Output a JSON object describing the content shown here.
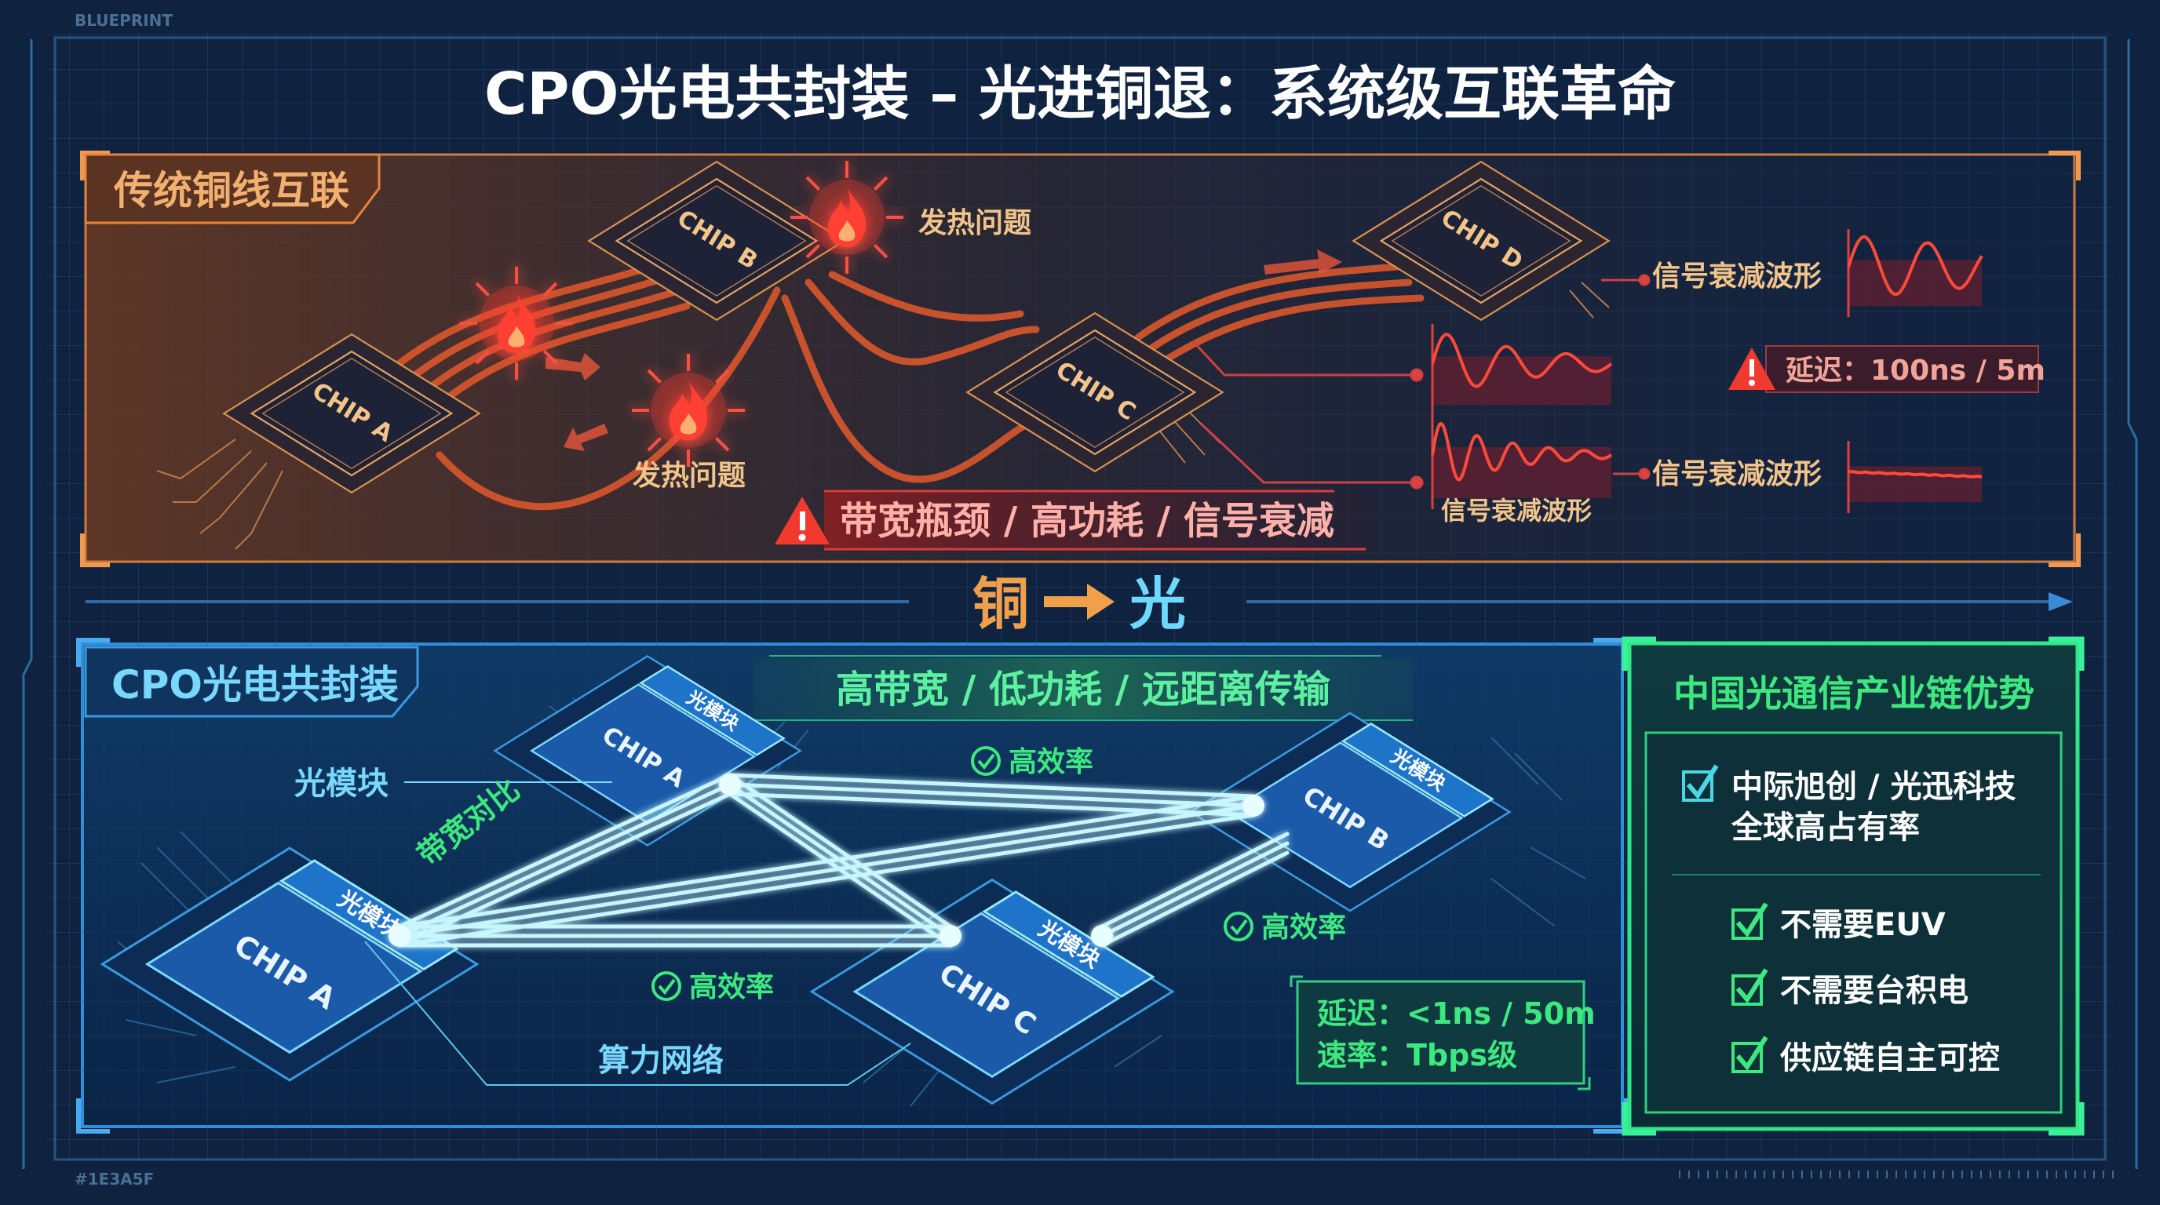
{
  "meta": {
    "corner_top_left": "BLUEPRINT",
    "corner_bottom_left": "#1E3A5F"
  },
  "title": "CPO光电共封装 – 光进铜退：系统级互联革命",
  "colors": {
    "background": "#0f2240",
    "copper_accent": "#e8843a",
    "heat_red": "#ff3b2e",
    "optical_cyan": "#7fe8ff",
    "panel_blue": "#2f8fd8",
    "green_accent": "#2ee889"
  },
  "copper_panel": {
    "label": "传统铜线互联",
    "chips": [
      "CHIP A",
      "CHIP B",
      "CHIP C",
      "CHIP D"
    ],
    "heat_labels": [
      "发热问题",
      "发热问题"
    ],
    "heat_icon": "flame-icon",
    "waveform_labels": [
      "信号衰减波形",
      "信号衰减波形",
      "信号衰减波形"
    ],
    "latency": "延迟：100ns / 5m",
    "warning_banner": "带宽瓶颈 / 高功耗 / 信号衰减"
  },
  "transition": {
    "from": "铜",
    "to": "光",
    "icon": "arrow-right-icon"
  },
  "cpo_panel": {
    "label": "CPO光电共封装",
    "banner": "高带宽 / 低功耗 / 远距离传输",
    "chips": [
      "CHIP A",
      "CHIP A",
      "CHIP B",
      "CHIP C"
    ],
    "module_label": "光模块",
    "module_callout": "光模块",
    "bandwidth_label": "带宽对比",
    "efficiency_labels": [
      "高效率",
      "高效率",
      "高效率"
    ],
    "network_label": "算力网络",
    "latency": "延迟：<1ns / 50m",
    "rate": "速率：Tbps级"
  },
  "advantage_panel": {
    "title": "中国光通信产业链优势",
    "items": [
      {
        "line1": "中际旭创 / 光迅科技",
        "line2": "全球高占有率",
        "checked": true
      },
      {
        "line1": "不需要EUV",
        "checked": true
      },
      {
        "line1": "不需要台积电",
        "checked": true
      },
      {
        "line1": "供应链自主可控",
        "checked": true
      }
    ]
  }
}
